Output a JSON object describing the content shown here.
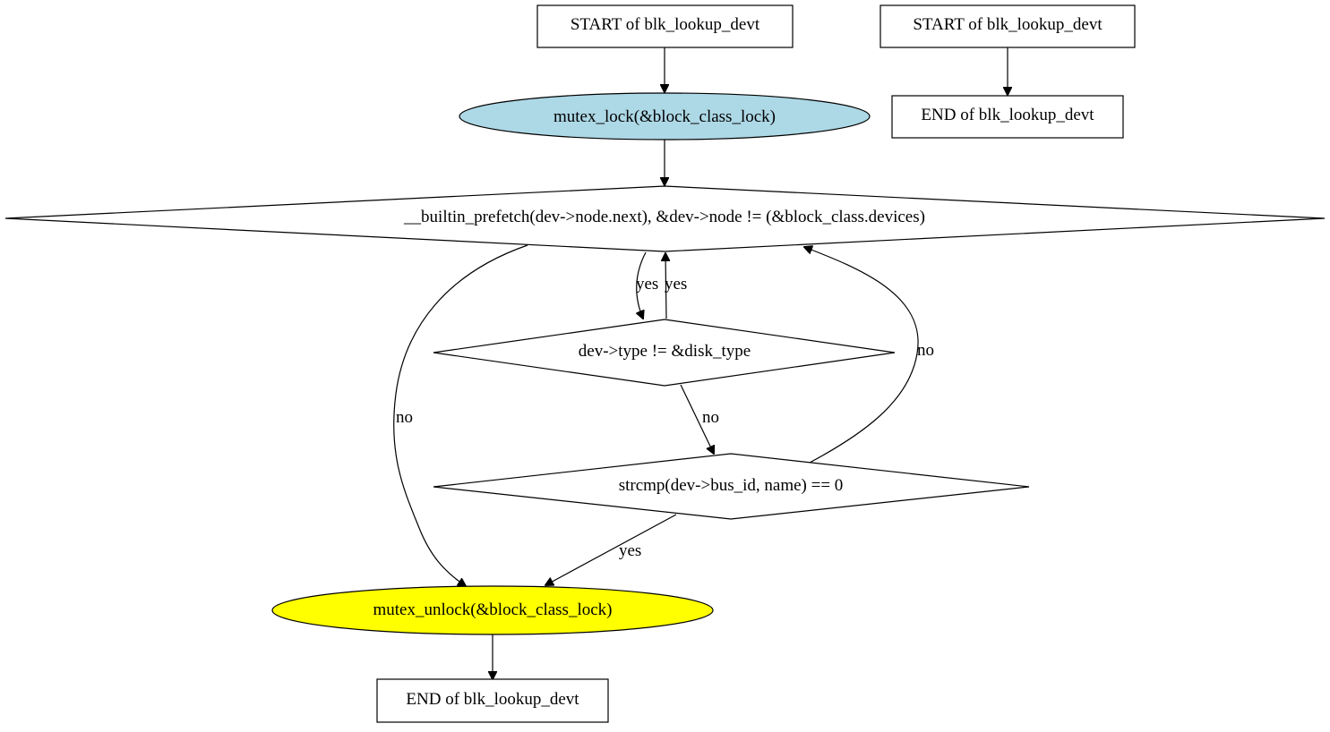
{
  "colors": {
    "lock_fill": "#add8e6",
    "unlock_fill": "#ffff00",
    "default_fill": "#ffffff",
    "stroke": "#000000"
  },
  "nodes": {
    "start_main": "START of blk_lookup_devt",
    "start_alt": "START of blk_lookup_devt",
    "end_alt": "END of blk_lookup_devt",
    "mutex_lock": "mutex_lock(&block_class_lock)",
    "loop_cond": "__builtin_prefetch(dev->node.next), &dev->node != (&block_class.devices)",
    "type_check": "dev->type != &disk_type",
    "strcmp_check": "strcmp(dev->bus_id, name) == 0",
    "mutex_unlock": "mutex_unlock(&block_class_lock)",
    "end_main": "END of blk_lookup_devt"
  },
  "edge_labels": {
    "loop_yes": "yes",
    "type_yes": "yes",
    "type_no": "no",
    "strcmp_no": "no",
    "loop_no": "no",
    "strcmp_yes": "yes"
  }
}
